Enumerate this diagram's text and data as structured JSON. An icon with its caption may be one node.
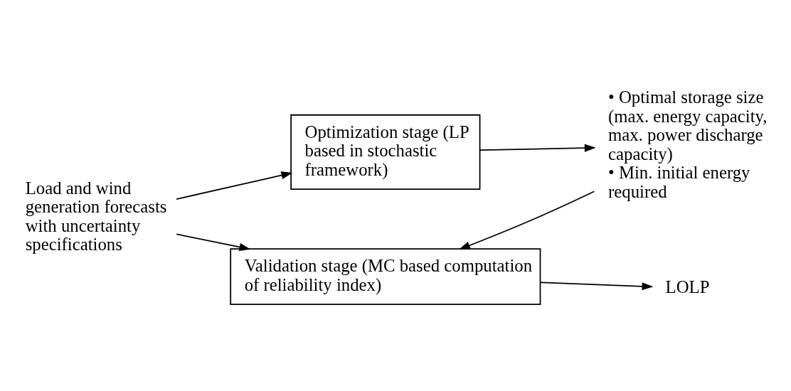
{
  "diagram": {
    "nodes": [
      {
        "text": [
          "Load and wind generation forecasts with uncertainty specifications"
        ]
      },
      {
        "text": [
          "Optimization stage (LP based in stochastic framework)"
        ]
      },
      {
        "text": [
          "• Optimal storage size (max. energy capacity, max. power discharge capacity)",
          "• Min. initial energy required"
        ]
      },
      {
        "text": [
          "Validation stage (MC based computation of reliability index)"
        ]
      },
      {
        "text": [
          "LOLP"
        ]
      }
    ],
    "edges": [
      {
        "from": 0,
        "to": 1,
        "arrow": "to"
      },
      {
        "from": 1,
        "to": 2,
        "arrow": "to"
      },
      {
        "from": 2,
        "to": 3,
        "arrow": "to"
      },
      {
        "from": 0,
        "to": 3,
        "arrow": "to"
      },
      {
        "from": 3,
        "to": 4,
        "arrow": "to"
      }
    ]
  }
}
